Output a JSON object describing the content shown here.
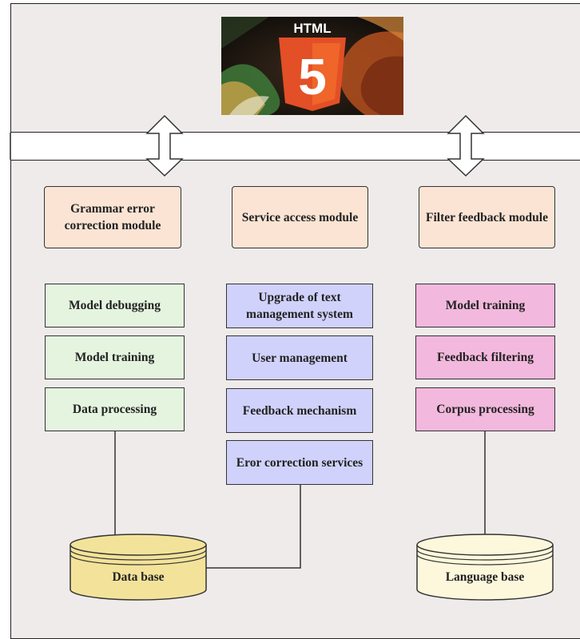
{
  "logo": {
    "text": "HTML",
    "number": "5"
  },
  "modules": {
    "grammar": "Grammar error correction module",
    "service": "Service access module",
    "filter": "Filter feedback module"
  },
  "left_column": [
    "Model debugging",
    "Model training",
    "Data processing"
  ],
  "middle_column": [
    "Upgrade of text management system",
    "User management",
    "Feedback mechanism",
    "Eror correction services"
  ],
  "right_column": [
    "Model training",
    "Feedback filtering",
    "Corpus processing"
  ],
  "databases": {
    "data": "Data base",
    "language": "Language base"
  },
  "colors": {
    "module_fill": "#fbe4d4",
    "green_fill": "#e4f4df",
    "blue_fill": "#d0d2fb",
    "pink_fill": "#f3b8dd",
    "db_data_fill": "#f3e39a",
    "db_language_fill": "#fdf8dc",
    "panel_fill": "#efebeb"
  }
}
